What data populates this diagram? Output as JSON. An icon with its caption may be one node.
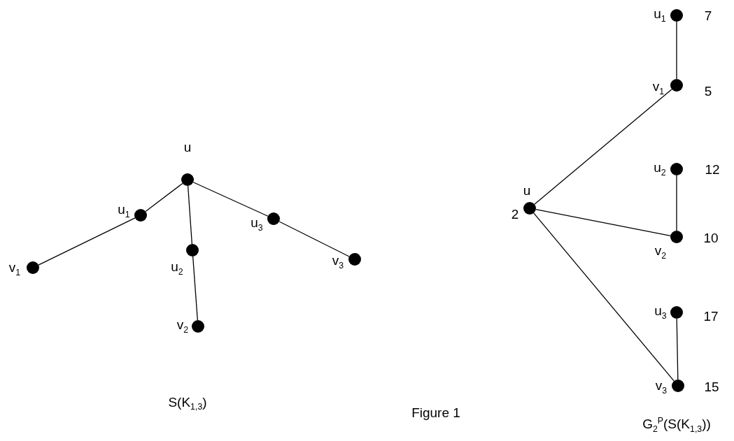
{
  "diagram": {
    "caption": "Figure 1",
    "nodes": [
      {
        "text": [],
        "shape": "circle",
        "beside": [
          "u"
        ]
      },
      {
        "text": [],
        "shape": "circle",
        "beside": [
          "u$_{1}$"
        ]
      },
      {
        "text": [],
        "shape": "circle",
        "beside": [
          "v$_{1}$"
        ]
      },
      {
        "text": [],
        "shape": "circle",
        "beside": [
          "u$_{2}$"
        ]
      },
      {
        "text": [],
        "shape": "circle",
        "beside": [
          "v$_{2}$"
        ]
      },
      {
        "text": [],
        "shape": "circle",
        "beside": [
          "u$_{3}$"
        ]
      },
      {
        "text": [],
        "shape": "circle",
        "beside": [
          "v$_{3}$"
        ]
      },
      {
        "text": [],
        "shape": "circle",
        "beside": [
          "u$_{1}$",
          "7"
        ]
      },
      {
        "text": [],
        "shape": "circle",
        "beside": [
          "v$_{1}$",
          "5"
        ]
      },
      {
        "text": [],
        "shape": "circle",
        "beside": [
          "u$_{2}$",
          "12"
        ]
      },
      {
        "text": [],
        "shape": "circle",
        "beside": [
          "u",
          "2"
        ]
      },
      {
        "text": [],
        "shape": "circle",
        "beside": [
          "v$_{2}$",
          "10"
        ]
      },
      {
        "text": [],
        "shape": "circle",
        "beside": [
          "u$_{3}$",
          "17"
        ]
      },
      {
        "text": [],
        "shape": "circle",
        "beside": [
          "v$_{3}$",
          "15"
        ]
      }
    ],
    "edges": [
      {
        "from": 0,
        "to": 1,
        "arrow": "none"
      },
      {
        "from": 1,
        "to": 2,
        "arrow": "none"
      },
      {
        "from": 0,
        "to": 3,
        "arrow": "none"
      },
      {
        "from": 3,
        "to": 4,
        "arrow": "none"
      },
      {
        "from": 0,
        "to": 5,
        "arrow": "none"
      },
      {
        "from": 5,
        "to": 6,
        "arrow": "none"
      },
      {
        "from": 7,
        "to": 8,
        "arrow": "none"
      },
      {
        "from": 8,
        "to": 10,
        "arrow": "none"
      },
      {
        "from": 9,
        "to": 11,
        "arrow": "none"
      },
      {
        "from": 10,
        "to": 11,
        "arrow": "none"
      },
      {
        "from": 10,
        "to": 13,
        "arrow": "none"
      },
      {
        "from": 12,
        "to": 13,
        "arrow": "none"
      }
    ],
    "labels": [
      "S(K$_{1,3}$)",
      "G$_{2}$$^{P}$(S(K$_{1,3}$))"
    ]
  }
}
